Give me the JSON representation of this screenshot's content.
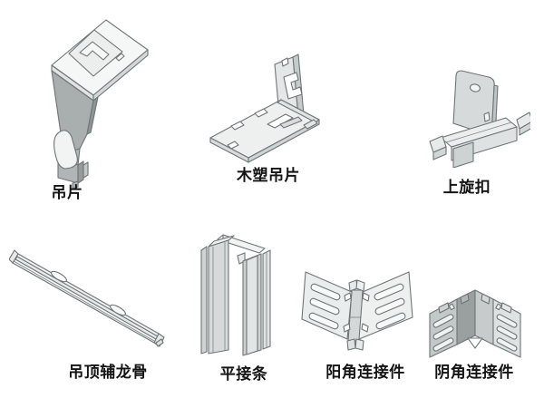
{
  "palette": {
    "background": "#ffffff",
    "outline": "#6d7575",
    "metal_lightest": "#f5f6f6",
    "metal_light": "#e8eaea",
    "metal_mid": "#d6dada",
    "metal_dark": "#a9aeae",
    "metal_darkest": "#8f9595",
    "label_color": "#141414"
  },
  "items": [
    {
      "label": "吊片",
      "illustration": "hanger-clip-illustration"
    },
    {
      "label": "木塑吊片",
      "illustration": "wpc-hanger-clip-illustration"
    },
    {
      "label": "上旋扣",
      "illustration": "top-swivel-buckle-illustration"
    },
    {
      "label": "吊顶辅龙骨",
      "illustration": "ceiling-sub-keel-illustration"
    },
    {
      "label": "平接条",
      "illustration": "flat-joint-strip-illustration"
    },
    {
      "label": "阳角连接件",
      "illustration": "outer-corner-connector-illustration"
    },
    {
      "label": "阴角连接件",
      "illustration": "inner-corner-connector-illustration"
    }
  ]
}
